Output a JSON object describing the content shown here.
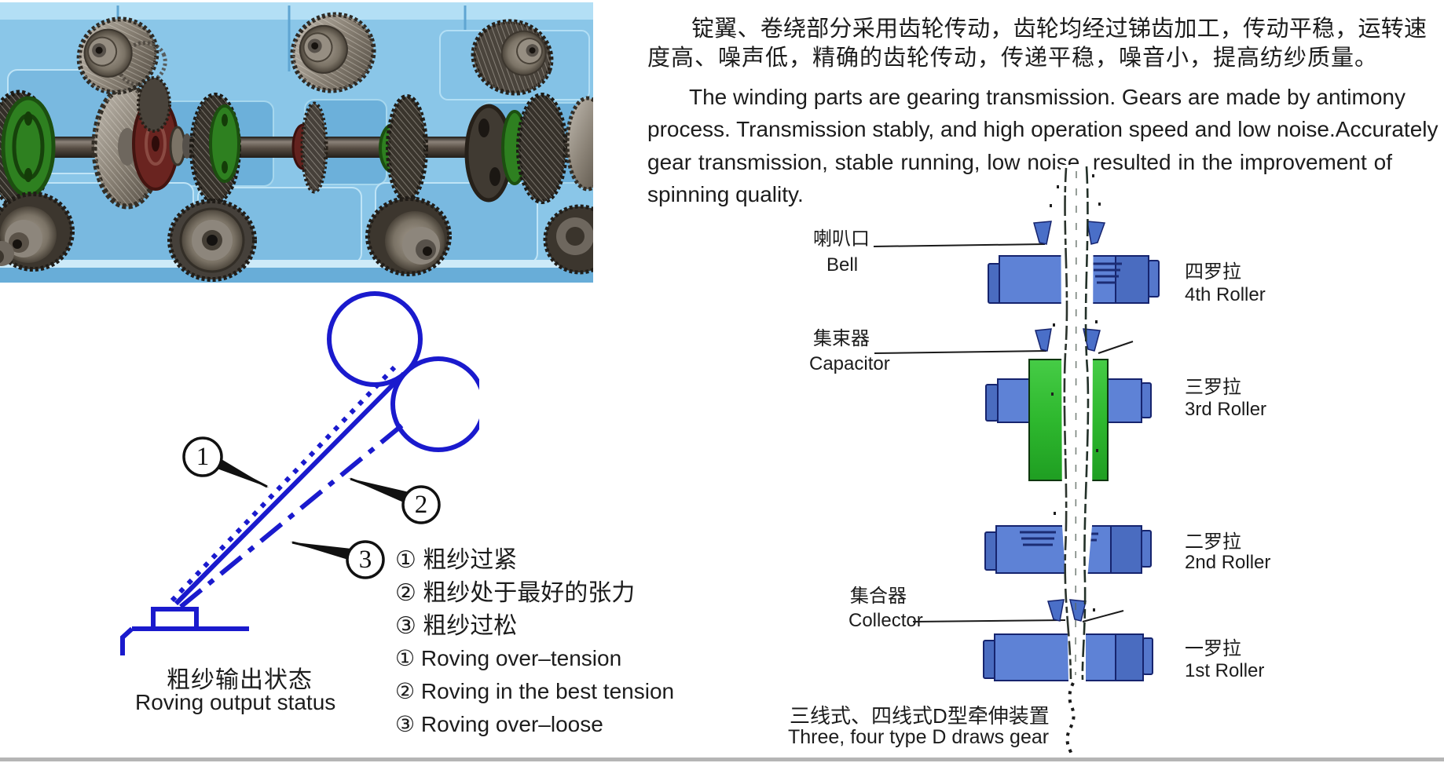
{
  "intro": {
    "zh_lines": [
      "锭翼、卷绕部分采用齿轮传动，齿轮均经过锑齿加工，传动平稳，运转速",
      "度高、噪声低，精确的齿轮传动，传递平稳，噪音小，提高纺纱质量。"
    ],
    "en_lines": [
      "The winding parts are gearing transmission. Gears are made by antimony",
      "process. Transmission stably, and high operation speed and low noise.Accurately",
      "gear transmission, stable running, low noise, resulted in the improvement of",
      "spinning quality."
    ]
  },
  "roving_diagram": {
    "callouts": [
      "1",
      "2",
      "3"
    ],
    "legend": {
      "zh": [
        "① 粗纱过紧",
        "② 粗纱处于最好的张力",
        "③ 粗纱过松"
      ],
      "en": [
        "① Roving over–tension",
        "② Roving in the best tension",
        "③ Roving over–loose"
      ]
    },
    "caption_zh": "粗纱输出状态",
    "caption_en": "Roving output status"
  },
  "drafting_diagram": {
    "bell_zh": "喇叭口",
    "bell_en": "Bell",
    "capacitor_zh": "集束器",
    "capacitor_en": "Capacitor",
    "collector_zh": "集合器",
    "collector_en": "Collector",
    "rollers": [
      {
        "zh": "四罗拉",
        "en": "4th Roller"
      },
      {
        "zh": "三罗拉",
        "en": "3rd Roller"
      },
      {
        "zh": "二罗拉",
        "en": "2nd Roller"
      },
      {
        "zh": "一罗拉",
        "en": "1st Roller"
      }
    ],
    "caption_zh": "三线式、四线式D型牵伸装置",
    "caption_en": "Three, four type D draws gear"
  },
  "colors": {
    "diagram_blue": "#1a1acd",
    "roller_blue": "#5e82d6",
    "roller_green": "#2fbe2f",
    "photo_background_blue": "#8ac6e8"
  }
}
